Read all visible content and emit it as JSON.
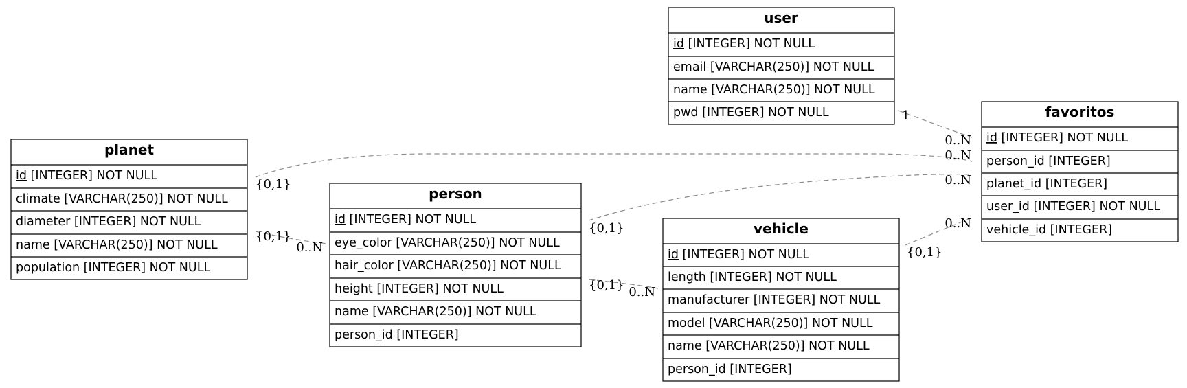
{
  "tables": {
    "planet": {
      "title": "planet",
      "columns": [
        {
          "pk": "id",
          "text": " [INTEGER] NOT NULL"
        },
        {
          "text": "climate [VARCHAR(250)] NOT NULL"
        },
        {
          "text": "diameter [INTEGER] NOT NULL"
        },
        {
          "text": "name [VARCHAR(250)] NOT NULL"
        },
        {
          "text": "population [INTEGER] NOT NULL"
        }
      ]
    },
    "person": {
      "title": "person",
      "columns": [
        {
          "pk": "id",
          "text": " [INTEGER] NOT NULL"
        },
        {
          "text": "eye_color [VARCHAR(250)] NOT NULL"
        },
        {
          "text": "hair_color [VARCHAR(250)] NOT NULL"
        },
        {
          "text": "height [INTEGER] NOT NULL"
        },
        {
          "text": "name [VARCHAR(250)] NOT NULL"
        },
        {
          "text": "person_id [INTEGER]"
        }
      ]
    },
    "user": {
      "title": "user",
      "columns": [
        {
          "pk": "id",
          "text": " [INTEGER] NOT NULL"
        },
        {
          "text": "email [VARCHAR(250)] NOT NULL"
        },
        {
          "text": "name [VARCHAR(250)] NOT NULL"
        },
        {
          "text": "pwd [INTEGER] NOT NULL"
        }
      ]
    },
    "vehicle": {
      "title": "vehicle",
      "columns": [
        {
          "pk": "id",
          "text": " [INTEGER] NOT NULL"
        },
        {
          "text": "length [INTEGER] NOT NULL"
        },
        {
          "text": "manufacturer [INTEGER] NOT NULL"
        },
        {
          "text": "model [VARCHAR(250)] NOT NULL"
        },
        {
          "text": "name [VARCHAR(250)] NOT NULL"
        },
        {
          "text": "person_id [INTEGER]"
        }
      ]
    },
    "favoritos": {
      "title": "favoritos",
      "columns": [
        {
          "pk": "id",
          "text": " [INTEGER] NOT NULL"
        },
        {
          "text": "person_id [INTEGER]"
        },
        {
          "text": "planet_id [INTEGER]"
        },
        {
          "text": "user_id [INTEGER] NOT NULL"
        },
        {
          "text": "vehicle_id [INTEGER]"
        }
      ]
    }
  },
  "relationships": {
    "user_favoritos": {
      "from": "user",
      "to": "favoritos",
      "from_card": "1",
      "to_card": "0..N"
    },
    "planet_favoritos": {
      "from": "planet",
      "to": "favoritos",
      "from_card": "{0,1}",
      "to_card": "0..N"
    },
    "person_favoritos": {
      "from": "person",
      "to": "favoritos",
      "from_card": "{0,1}",
      "to_card": "0..N"
    },
    "vehicle_favoritos": {
      "from": "vehicle",
      "to": "favoritos",
      "from_card": "{0,1}",
      "to_card": "0..N"
    },
    "planet_person": {
      "from": "planet",
      "to": "person",
      "from_card": "{0,1}",
      "to_card": "0..N"
    },
    "person_vehicle": {
      "from": "person",
      "to": "vehicle",
      "from_card": "{0,1}",
      "to_card": "0..N"
    }
  },
  "colors": {
    "line": "#8a8a8a",
    "border": "#000000",
    "background": "#ffffff"
  }
}
